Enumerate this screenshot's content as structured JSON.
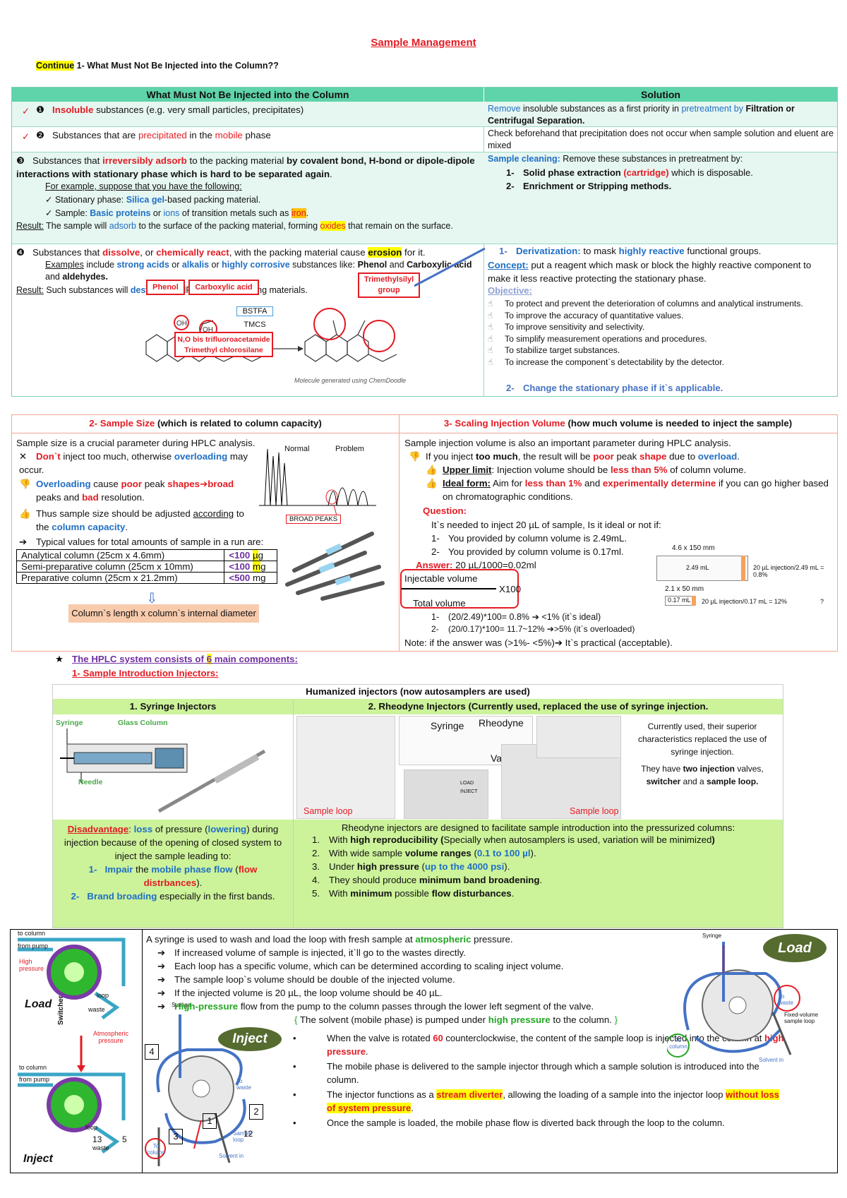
{
  "title": "Sample Management",
  "continue_label": "Continue",
  "continue_rest": "1- What Must Not Be Injected into the Column??",
  "table1": {
    "head_left": "What Must Not Be Injected into the Column",
    "head_right": "Solution",
    "r1_left_num": "❶",
    "r1_left_red": "Insoluble",
    "r1_left_rest": " substances (e.g. very small particles, precipitates)",
    "r1_right_a": "Remove",
    "r1_right_b": " insoluble substances as a first priority in ",
    "r1_right_c": "pretreatment by",
    "r1_right_d": " Filtration or Centrifugal Separation.",
    "r2_left_num": "❷",
    "r2_left_a": "Substances that are ",
    "r2_left_b": "precipitated",
    "r2_left_c": " in the ",
    "r2_left_d": "mobile",
    "r2_left_e": " phase",
    "r2_right": "Check beforehand that precipitation does not occur when sample solution and eluent are mixed",
    "r3_num": "❸",
    "r3_a": "Substances that ",
    "r3_b": "irreversibly adsorb",
    "r3_c": " to the packing material ",
    "r3_d": "by covalent bond, H-bond or dipole-dipole interactions with stationary phase which is hard to be separated again",
    "r3_example": "For example, suppose that you have the following:",
    "r3_s1a": "✓ Stationary phase: ",
    "r3_s1b": "Silica gel",
    "r3_s1c": "-based packing material.",
    "r3_s2a": "✓ Sample: ",
    "r3_s2b": "Basic proteins",
    "r3_s2c": " or ",
    "r3_s2d": "ions",
    "r3_s2e": " of transition metals such as ",
    "r3_s2f": "iron",
    "r3_result_label": "Result:",
    "r3_result_a": " The sample will ",
    "r3_result_b": "adsorb",
    "r3_result_c": " to the surface of the packing material, forming ",
    "r3_result_d": "oxides",
    "r3_result_e": " that remain on the surface.",
    "r3_right_a": "Sample cleaning:",
    "r3_right_b": " Remove these substances in pretreatment by:",
    "r3_right_1a": "Solid phase extraction ",
    "r3_right_1b": "(cartridge)",
    "r3_right_1c": " which is disposable.",
    "r3_right_2": "Enrichment or Stripping methods.",
    "r4_num": "❹",
    "r4_a": "Substances that ",
    "r4_b": "dissolve",
    "r4_c": ", or ",
    "r4_d": "chemically react",
    "r4_e": ", with the packing material cause ",
    "r4_f": "erosion",
    "r4_g": " for it.",
    "r4_ex_a": "Examples",
    "r4_ex_b": " include ",
    "r4_ex_c": "strong acids",
    "r4_ex_d": " or ",
    "r4_ex_e": "alkalis",
    "r4_ex_f": " or ",
    "r4_ex_g": "highly corrosive",
    "r4_ex_h": " substances like: ",
    "r4_ex_i": "Phenol",
    "r4_ex_j": " and ",
    "r4_ex_k": "Carboxylic acid",
    "r4_ex_l": " and ",
    "r4_ex_m": "aldehydes.",
    "r4_result_label": "Result:",
    "r4_result_a": " Such substances will ",
    "r4_result_b": "destroy",
    "r4_result_c": " the HPLC column packing materials.",
    "chem_phenol": "Phenol",
    "chem_carboxylic": "Carboxylic acid",
    "chem_tms": "Trimethylsilyl group",
    "chem_bstfa": "BSTFA",
    "chem_tmcs": "TMCS",
    "chem_nobis": "N,O bis trifluoroacetamide",
    "chem_tmchloro": "Trimethyl chlorosilane",
    "chem_caption": "Molecule generated using ChemDoodle",
    "r4_right_1a": "Derivatization:",
    "r4_right_1b": " to mask ",
    "r4_right_1c": "highly reactive",
    "r4_right_1d": " functional groups.",
    "r4_concept_label": "Concept:",
    "r4_concept": " put a reagent which mask or block the highly reactive component to make it less reactive protecting the stationary phase.",
    "r4_objective": "Objective:",
    "r4_objectives": [
      "To protect and prevent the deterioration of columns and analytical instruments.",
      "To improve the accuracy of quantitative values.",
      "To improve sensitivity and selectivity.",
      "To simplify measurement operations and procedures.",
      "To stabilize target substances.",
      "To increase the component`s detectability by the detector."
    ],
    "r4_right_2": "Change the stationary phase if it`s applicable."
  },
  "size": {
    "head_a": "2- Sample Size",
    "head_b": " (which is related to column capacity)",
    "intro": "Sample size is a crucial parameter during HPLC analysis.",
    "b1a": "Don`t",
    "b1b": " inject too much, otherwise ",
    "b1c": "overloading",
    "b1d": " may occur.",
    "b2a": "Overloading",
    "b2b": " cause ",
    "b2c": "poor",
    "b2d": " peak ",
    "b2e": "shapes",
    "b2f": "➔",
    "b2g": "broad",
    "b2h": " peaks and ",
    "b2i": "bad",
    "b2j": " resolution.",
    "b3a": "Thus sample size should be adjusted ",
    "b3b": "according",
    "b3c": " to the ",
    "b3d": "column capacity",
    "b3e": ".",
    "b4": "Typical values for total amounts of sample in a run are:",
    "rows": [
      {
        "col": "Analytical column (25cm x 4.6mm)",
        "val_a": "<100 ",
        "val_b": "µ",
        "val_c": "g"
      },
      {
        "col": "Semi-preparative column (25cm x 10mm)",
        "val_a": "<100 ",
        "val_b": "m",
        "val_c": "g"
      },
      {
        "col": "Preparative column (25cm x 21.2mm)",
        "val_a": "<500",
        "val_b": "",
        "val_c": " mg"
      }
    ],
    "formula": "Column`s length x column`s internal diameter",
    "chrom_normal": "Normal",
    "chrom_problem": "Problem",
    "chrom_broad": "BROAD PEAKS"
  },
  "scale": {
    "head_a": "3- Scaling Injection Volume",
    "head_b": " (how much volume is needed to inject the sample)",
    "intro": "Sample injection volume is also an important parameter during HPLC analysis.",
    "b1a": "If you inject ",
    "b1b": "too much",
    "b1c": ", the result will be ",
    "b1d": "poor",
    "b1e": " peak ",
    "b1f": "shape",
    "b1g": " due to ",
    "b1h": "overload",
    "b1i": ".",
    "b2a": "Upper limit",
    "b2b": ": Injection volume should be ",
    "b2c": "less than 5%",
    "b2d": " of column volume.",
    "b3a": "Ideal form:",
    "b3b": " Aim for ",
    "b3c": "less than 1%",
    "b3d": " and ",
    "b3e": "experimentally determine",
    "b3f": " if you can go higher based on chromatographic conditions.",
    "question": "Question:",
    "q_text": "It`s needed to inject 20 µL of sample, Is it ideal or not if:",
    "q1": "You provided by column volume is 2.49mL.",
    "q2": "You provided by column volume is 0.17ml.",
    "answer_label": "Answer:",
    "answer": " 20 µL/1000=0.02ml",
    "inj_vol": "Injectable volume",
    "times": "X100",
    "tot_vol": "Total volume",
    "a1": "(20/2.49)*100= 0.8% ➔ <1% (it`s ideal)",
    "a2": "(20/0.17)*100= 11.7~12% ➔>5% (it`s overloaded)",
    "note": "Note: if the answer was (>1%- <5%)➔ It`s practical (acceptable).",
    "col1": "4.6 x 150 mm",
    "col1_vol": "2.49 mL",
    "col1_res": "20 µL injection/2.49 mL = 0.8%",
    "col2": "2.1 x 50 mm",
    "col2_vol": "0.17 mL",
    "col2_res": "20 µL injection/0.17 mL = 12%",
    "col_q": "?"
  },
  "hplc": {
    "line_a": "The HPLC system consists of ",
    "line_b": "6",
    "line_c": " main components:",
    "sub": "1-   Sample Introduction Injectors:"
  },
  "inj": {
    "head": "Humanized injectors (now autosamplers are used)",
    "h1": "1.    Syringe Injectors",
    "h2": "2.    Rheodyne Injectors (Currently used, replaced the use of syringe injection.",
    "lbl_syringe": "Syringe",
    "lbl_glass": "Glass Column",
    "lbl_needle": "Needle",
    "lbl_rsyringe": "Syringe",
    "lbl_rheodyne": "Rheodyne",
    "lbl_valve": "Valve",
    "lbl_load": "LOAD",
    "lbl_inject": "INJECT",
    "sample_loop_1": "Sample loop",
    "sample_loop_2": "Sample loop",
    "right_text": "Currently used, their superior characteristics replaced the use of syringe injection.",
    "right_text2a": "They have ",
    "right_text2b": "two injection",
    "right_text2c": " valves, ",
    "right_text2d": "switcher",
    "right_text2e": " and a ",
    "right_text2f": "sample loop.",
    "dis_a": "Disadvantage",
    "dis_b": ": ",
    "dis_c": "loss",
    "dis_d": " of pressure (",
    "dis_e": "lowering",
    "dis_f": ") during injection because of the opening of closed system to inject the sample leading to:",
    "dis_1a": "Impair",
    "dis_1b": " the ",
    "dis_1c": "mobile phase flow",
    "dis_1d": " (",
    "dis_1e": "flow distrbances",
    "dis_1f": ").",
    "dis_2a": "Brand broading",
    "dis_2b": " especially in the first bands.",
    "rh_intro": "Rheodyne injectors are designed to facilitate sample introduction into the pressurized columns:",
    "rh_1a": "With ",
    "rh_1b": "high reproducibility (",
    "rh_1c": "Specially when autosamplers is used, variation will be minimized",
    "rh_1d": ")",
    "rh_2a": "With wide sample ",
    "rh_2b": "volume ranges",
    "rh_2c": " (",
    "rh_2d": "0.1 to 100 µl",
    "rh_2e": ").",
    "rh_3a": "Under ",
    "rh_3b": "high pressure",
    "rh_3c": " (",
    "rh_3d": "up to the 4000 psi",
    "rh_3e": ").",
    "rh_4a": "They should produce ",
    "rh_4b": "minimum band broadening",
    "rh_4c": ".",
    "rh_5a": "With ",
    "rh_5b": "minimum",
    "rh_5c": " possible ",
    "rh_5d": "flow disturbances",
    "rh_5e": "."
  },
  "bottom": {
    "lbl_tocolumn": "to column",
    "lbl_frompump": "from pump",
    "lbl_high": "High pressure",
    "lbl_load": "Load",
    "lbl_loop": "loop",
    "lbl_waste": "waste",
    "lbl_switcher": "Switcher",
    "lbl_atm": "Atmospheric pressure",
    "lbl_tocolumn2": "to column",
    "lbl_frompump2": "from pump",
    "lbl_inject": "Inject",
    "lbl_loop2": "loop",
    "lbl_waste2": "waste",
    "num13": "13",
    "num5": "5",
    "num12": "12",
    "inject_badge": "Inject",
    "load_badge": "Load",
    "lbl_syringe2": "Syringe",
    "lbl_syringe3": "Syringe",
    "lbl_towaste": "To waste",
    "lbl_sampleloop": "Sample loop",
    "lbl_solventin": "Solvent in",
    "lbl_tocolumn3": "To column",
    "lbl_tocolumn4": "To column",
    "lbl_towaste2": "To waste",
    "lbl_fixedloop": "Fixed-volume sample loop",
    "lbl_solventin2": "Solvent in",
    "n1": "1",
    "n2": "2",
    "n3": "3",
    "n4": "4",
    "t0a": "A syringe is used to wash and load the loop with fresh sample at ",
    "t0b": "atmospheric",
    "t0c": " pressure.",
    "t1": "If increased volume of sample is injected, it`ll go to the wastes directly.",
    "t2": "Each loop has a specific volume, which can be determined according to scaling inject volume.",
    "t3": "The sample loop`s volume should be double of the injected volume.",
    "t4": "If the injected volume is 20 µL, the loop volume should be 40 µL.",
    "t5a": "High-pressure",
    "t5b": " flow from the pump to the column passes through the lower left segment of the valve.",
    "t6a": "The solvent (mobile phase) is pumped under ",
    "t6b": "high pressure",
    "t6c": " to the column.",
    "p1a": "When the valve is rotated ",
    "p1b": "60",
    "p1c": " counterclockwise, the content of the sample loop is injected into the column at ",
    "p1d": "high pressure",
    "p1e": ".",
    "p2": "The mobile phase is delivered to the sample injector through which a sample solution is introduced into the column.",
    "p3a": "The injector functions as a ",
    "p3b": "stream diverter",
    "p3c": ", allowing the loading of a sample into the injector loop ",
    "p3d": "without loss of system pressure",
    "p3e": ".",
    "p4": "Once the sample is loaded, the mobile phase flow is diverted back through the loop to the column."
  }
}
